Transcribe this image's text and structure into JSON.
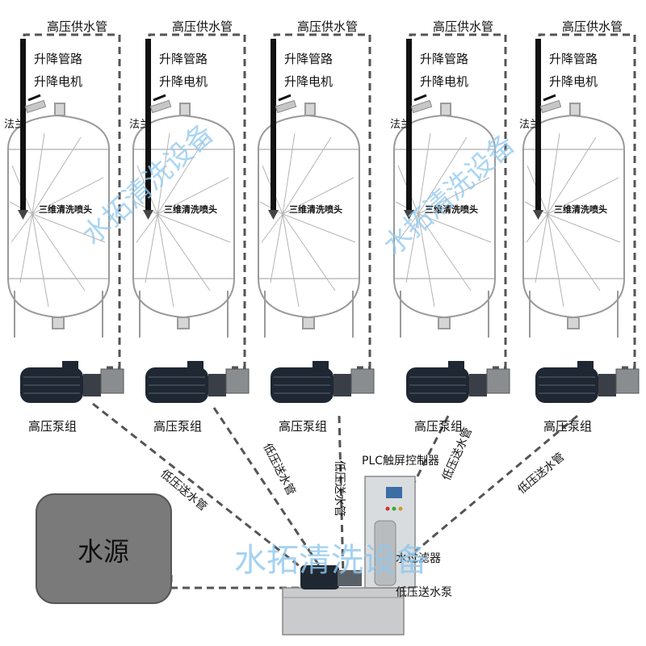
{
  "tanks": [
    {
      "supply_label": "高压供水管",
      "lift_pipe_label": "升降管路",
      "lift_motor_label": "升降电机",
      "flange_label": "法兰",
      "nozzle_label": "三维清洗喷头",
      "pump_label": "高压泵组"
    },
    {
      "supply_label": "高压供水管",
      "lift_pipe_label": "升降管路",
      "lift_motor_label": "升降电机",
      "flange_label": "法兰",
      "nozzle_label": "三维清洗喷头",
      "pump_label": "高压泵组"
    },
    {
      "supply_label": "高压供水管",
      "lift_pipe_label": "升降管路",
      "lift_motor_label": "升降电机",
      "flange_label": "",
      "nozzle_label": "三维清洗喷头",
      "pump_label": "高压泵组"
    },
    {
      "supply_label": "高压供水管",
      "lift_pipe_label": "升降管路",
      "lift_motor_label": "升降电机",
      "flange_label": "法兰",
      "nozzle_label": "三维清洗喷头",
      "pump_label": "高压泵组"
    },
    {
      "supply_label": "高压供水管",
      "lift_pipe_label": "升降管路",
      "lift_motor_label": "升降电机",
      "flange_label": "法兰",
      "nozzle_label": "三维清洗喷头",
      "pump_label": "高压泵组"
    }
  ],
  "low_pressure_pipe_label": "低压送水管",
  "water_source_label": "水源",
  "plc_label": "PLC触屏控制器",
  "filter_label": "水过滤器",
  "low_pressure_pump_label": "低压送水泵",
  "watermark": "水拓清洗设备",
  "colors": {
    "dash": "#555555",
    "tank_line": "#9a9a9a",
    "pipe": "#111111",
    "pump_body": "#1f2733",
    "source_fill": "#7a7a7a",
    "watermark": "#8fc8ee"
  }
}
